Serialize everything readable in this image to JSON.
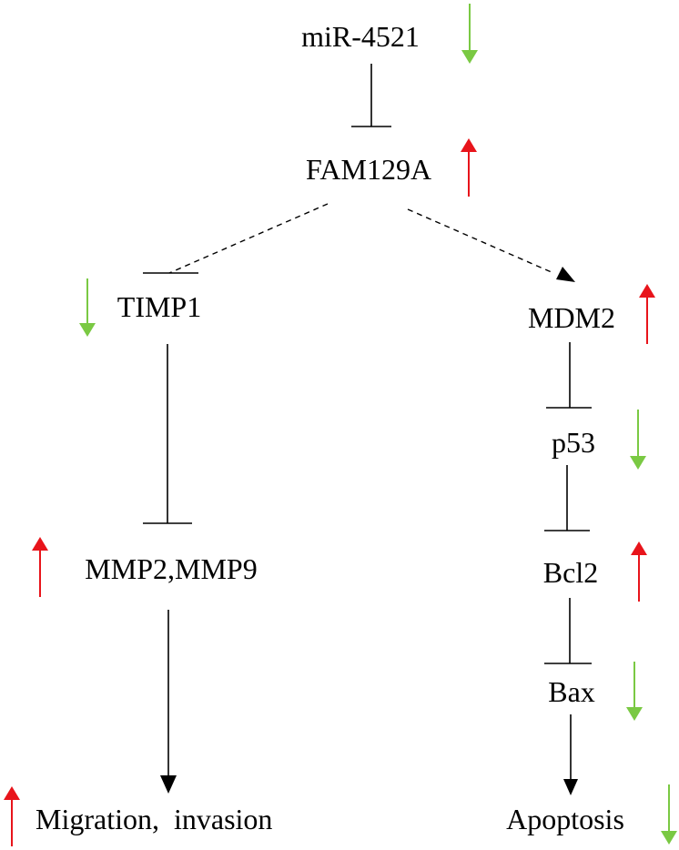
{
  "nodes": {
    "mir4521": "miR-4521",
    "fam129a": "FAM129A",
    "timp1": "TIMP1",
    "mdm2": "MDM2",
    "mmp": "MMP2,MMP9",
    "p53": "p53",
    "bcl2": "Bcl2",
    "bax": "Bax",
    "migration": "Migration, invasion",
    "apoptosis": "Apoptosis"
  },
  "regulation": {
    "mir4521": "down",
    "fam129a": "up",
    "timp1": "down",
    "mdm2": "up",
    "mmp": "up",
    "p53": "down",
    "bcl2": "up",
    "bax": "down",
    "migration": "up",
    "apoptosis": "down"
  },
  "edges": [
    {
      "from": "miR-4521",
      "to": "FAM129A",
      "type": "inhibition",
      "style": "solid"
    },
    {
      "from": "FAM129A",
      "to": "TIMP1",
      "type": "inhibition",
      "style": "dashed"
    },
    {
      "from": "FAM129A",
      "to": "MDM2",
      "type": "activation",
      "style": "dashed"
    },
    {
      "from": "TIMP1",
      "to": "MMP2,MMP9",
      "type": "inhibition",
      "style": "solid"
    },
    {
      "from": "MMP2,MMP9",
      "to": "Migration, invasion",
      "type": "activation",
      "style": "solid"
    },
    {
      "from": "MDM2",
      "to": "p53",
      "type": "inhibition",
      "style": "solid"
    },
    {
      "from": "p53",
      "to": "Bcl2",
      "type": "inhibition",
      "style": "solid"
    },
    {
      "from": "Bcl2",
      "to": "Bax",
      "type": "inhibition",
      "style": "solid"
    },
    {
      "from": "Bax",
      "to": "Apoptosis",
      "type": "activation",
      "style": "solid"
    }
  ],
  "colors": {
    "up_arrow": "#e8141b",
    "down_arrow": "#7ac943",
    "line": "#000000",
    "text": "#000000",
    "background": "#ffffff"
  }
}
